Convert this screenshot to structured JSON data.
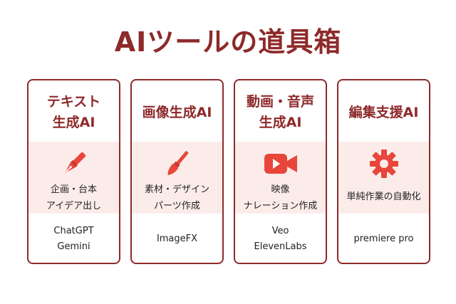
{
  "header": {
    "title": "AIツールの道具箱"
  },
  "cards": [
    {
      "title": "テキスト\n生成AI",
      "icon": "pen-nib-icon",
      "description": "企画・台本\nアイデア出し",
      "tools": "ChatGPT\nGemini"
    },
    {
      "title": "画像生成AI",
      "icon": "paintbrush-icon",
      "description": "素材・デザイン\nパーツ作成",
      "tools": "ImageFX"
    },
    {
      "title": "動画・音声\n生成AI",
      "icon": "video-camera-icon",
      "description": "映像\nナレーション作成",
      "tools": "Veo\nElevenLabs"
    },
    {
      "title": "編集支援AI",
      "icon": "gear-icon",
      "description": "単純作業の自動化",
      "tools": "premiere pro"
    }
  ],
  "colors": {
    "accent": "#8e2a2a",
    "icon": "#e8463a",
    "band": "#fbecea"
  }
}
